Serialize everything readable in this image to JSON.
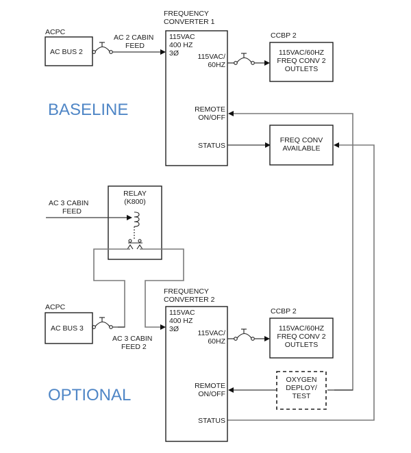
{
  "baseline": {
    "section_title": "BASELINE",
    "acpc_label": "ACPC",
    "ac_bus": "AC BUS 2",
    "feed_label_1": "AC 2 CABIN",
    "feed_label_2": "FEED",
    "converter_title_1": "FREQUENCY",
    "converter_title_2": "CONVERTER 1",
    "input_1": "115VAC",
    "input_2": "400 HZ",
    "input_3": "3Ø",
    "output_1": "115VAC/",
    "output_2": "60HZ",
    "remote_1": "REMOTE",
    "remote_2": "ON/OFF",
    "status": "STATUS",
    "ccbp_label": "CCBP 2",
    "outlets_1": "115VAC/60HZ",
    "outlets_2": "FREQ CONV 2",
    "outlets_3": "OUTLETS",
    "available_1": "FREQ CONV",
    "available_2": "AVAILABLE"
  },
  "relay": {
    "title_1": "RELAY",
    "title_2": "(K800)",
    "feed_1": "AC 3 CABIN",
    "feed_2": "FEED"
  },
  "optional": {
    "section_title": "OPTIONAL",
    "acpc_label": "ACPC",
    "ac_bus": "AC BUS 3",
    "feed_label_1": "AC 3 CABIN",
    "feed_label_2": "FEED 2",
    "converter_title_1": "FREQUENCY",
    "converter_title_2": "CONVERTER 2",
    "input_1": "115VAC",
    "input_2": "400 HZ",
    "input_3": "3Ø",
    "output_1": "115VAC/",
    "output_2": "60HZ",
    "remote_1": "REMOTE",
    "remote_2": "ON/OFF",
    "status": "STATUS",
    "ccbp_label": "CCBP 2",
    "outlets_1": "115VAC/60HZ",
    "outlets_2": "FREQ CONV 2",
    "outlets_3": "OUTLETS",
    "oxygen_1": "OXYGEN",
    "oxygen_2": "DEPLOY/",
    "oxygen_3": "TEST"
  }
}
